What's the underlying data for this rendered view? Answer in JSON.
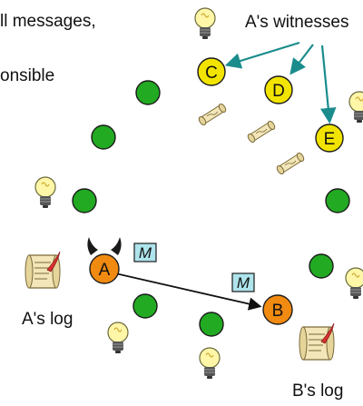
{
  "caption_lines": [
    "ll messages,",
    "onsible"
  ],
  "witness_label": "A's witnesses",
  "a_log_label": "A's log",
  "b_log_label": "B's log",
  "nodes": {
    "a": "A",
    "b": "B",
    "c": "C",
    "d": "D",
    "e": "E"
  },
  "message_glyph": "M",
  "colors": {
    "honest_fill": "#22aa22",
    "witness_fill": "#f2e400",
    "endpoint_fill": "#f08a10",
    "arrow_teal": "#1a8c8c",
    "message_box": "#aee4ec",
    "bulb_glass": "#fff6a8",
    "bulb_base": "#555555",
    "scroll_paper": "#f3e6b8"
  },
  "icons": [
    "lightbulb-icon",
    "scroll-icon",
    "log-scroll-icon",
    "devil-horns-icon"
  ]
}
